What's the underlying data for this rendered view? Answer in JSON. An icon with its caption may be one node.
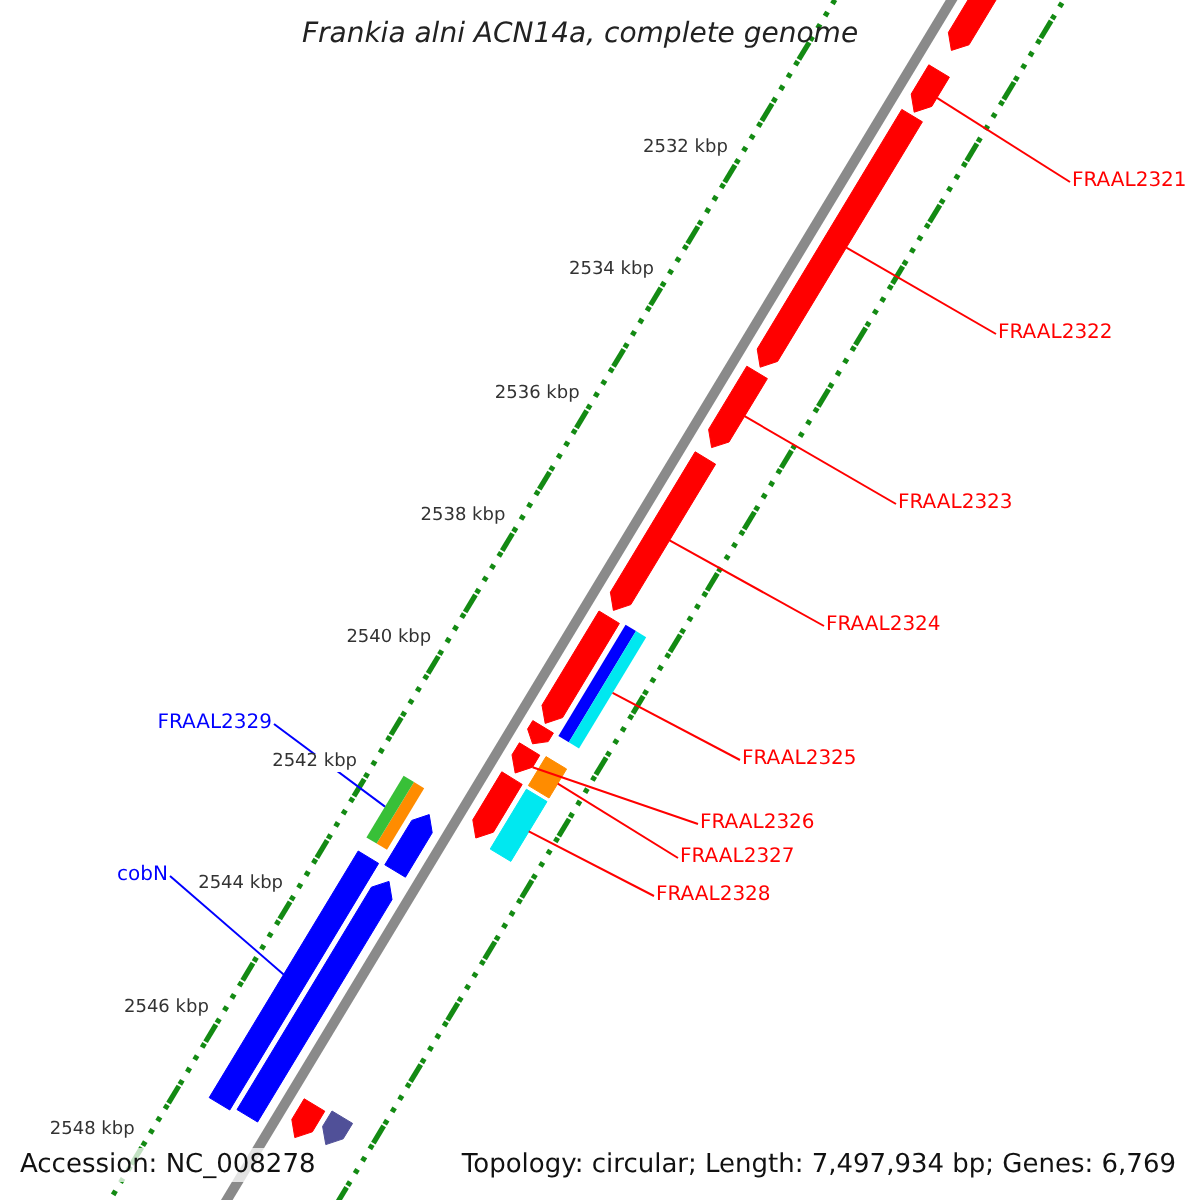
{
  "diagram": {
    "title": "Frankia alni ACN14a, complete genome",
    "nodes": [
      {
        "text": [
          "FRAAL2321"
        ]
      },
      {
        "text": [
          "FRAAL2322"
        ]
      },
      {
        "text": [
          "FRAAL2323"
        ]
      },
      {
        "text": [
          "FRAAL2324"
        ]
      },
      {
        "text": [
          "FRAAL2329"
        ]
      },
      {
        "text": [
          "FRAAL2325"
        ]
      },
      {
        "text": [
          "FRAAL2326"
        ]
      },
      {
        "text": [
          "FRAAL2327"
        ]
      },
      {
        "text": [
          "cobN"
        ]
      },
      {
        "text": [
          "FRAAL2328"
        ]
      },
      {
        "text": [],
        "shape": "bar"
      },
      {
        "text": [],
        "shape": "bar"
      },
      {
        "text": [],
        "shape": "bar"
      },
      {
        "text": [],
        "shape": "bar"
      },
      {
        "text": [],
        "shape": "bar"
      },
      {
        "text": [],
        "shape": "bar"
      },
      {
        "text": [],
        "shape": "bar"
      },
      {
        "text": [],
        "shape": "bar"
      },
      {
        "text": [],
        "shape": "bar"
      },
      {
        "text": [],
        "shape": "bar"
      },
      {
        "text": [],
        "shape": "bar"
      },
      {
        "text": [],
        "shape": "bar"
      },
      {
        "text": [],
        "shape": "bar"
      },
      {
        "text": [],
        "shape": "bar"
      },
      {
        "text": [],
        "shape": "bar"
      },
      {
        "text": [],
        "shape": "bar"
      },
      {
        "text": [],
        "shape": "bar"
      },
      {
        "text": [],
        "shape": "bar"
      }
    ],
    "edges": [
      {
        "from": 0,
        "to": 11,
        "arrow": "none"
      },
      {
        "from": 1,
        "to": 12,
        "arrow": "none"
      },
      {
        "from": 2,
        "to": 13,
        "arrow": "none"
      },
      {
        "from": 3,
        "to": 14,
        "arrow": "none"
      },
      {
        "from": 4,
        "to": 21,
        "arrow": "none",
        "color": "#0000ff"
      },
      {
        "from": 5,
        "to": 16,
        "arrow": "none"
      },
      {
        "from": 6,
        "to": 18,
        "arrow": "none"
      },
      {
        "from": 7,
        "to": 19,
        "arrow": "none"
      },
      {
        "from": 8,
        "to": 24,
        "arrow": "none",
        "color": "#0000ff"
      },
      {
        "from": 9,
        "to": 22,
        "arrow": "none"
      }
    ],
    "labels": [
      "2532 kbp",
      "2534 kbp",
      "2536 kbp",
      "2538 kbp",
      "2540 kbp",
      "2542 kbp",
      "2544 kbp",
      "2546 kbp",
      "2548 kbp",
      "Accession: NC_008278",
      "Topology: circular; Length: 7,497,934 bp; Genes: 6,769"
    ]
  }
}
